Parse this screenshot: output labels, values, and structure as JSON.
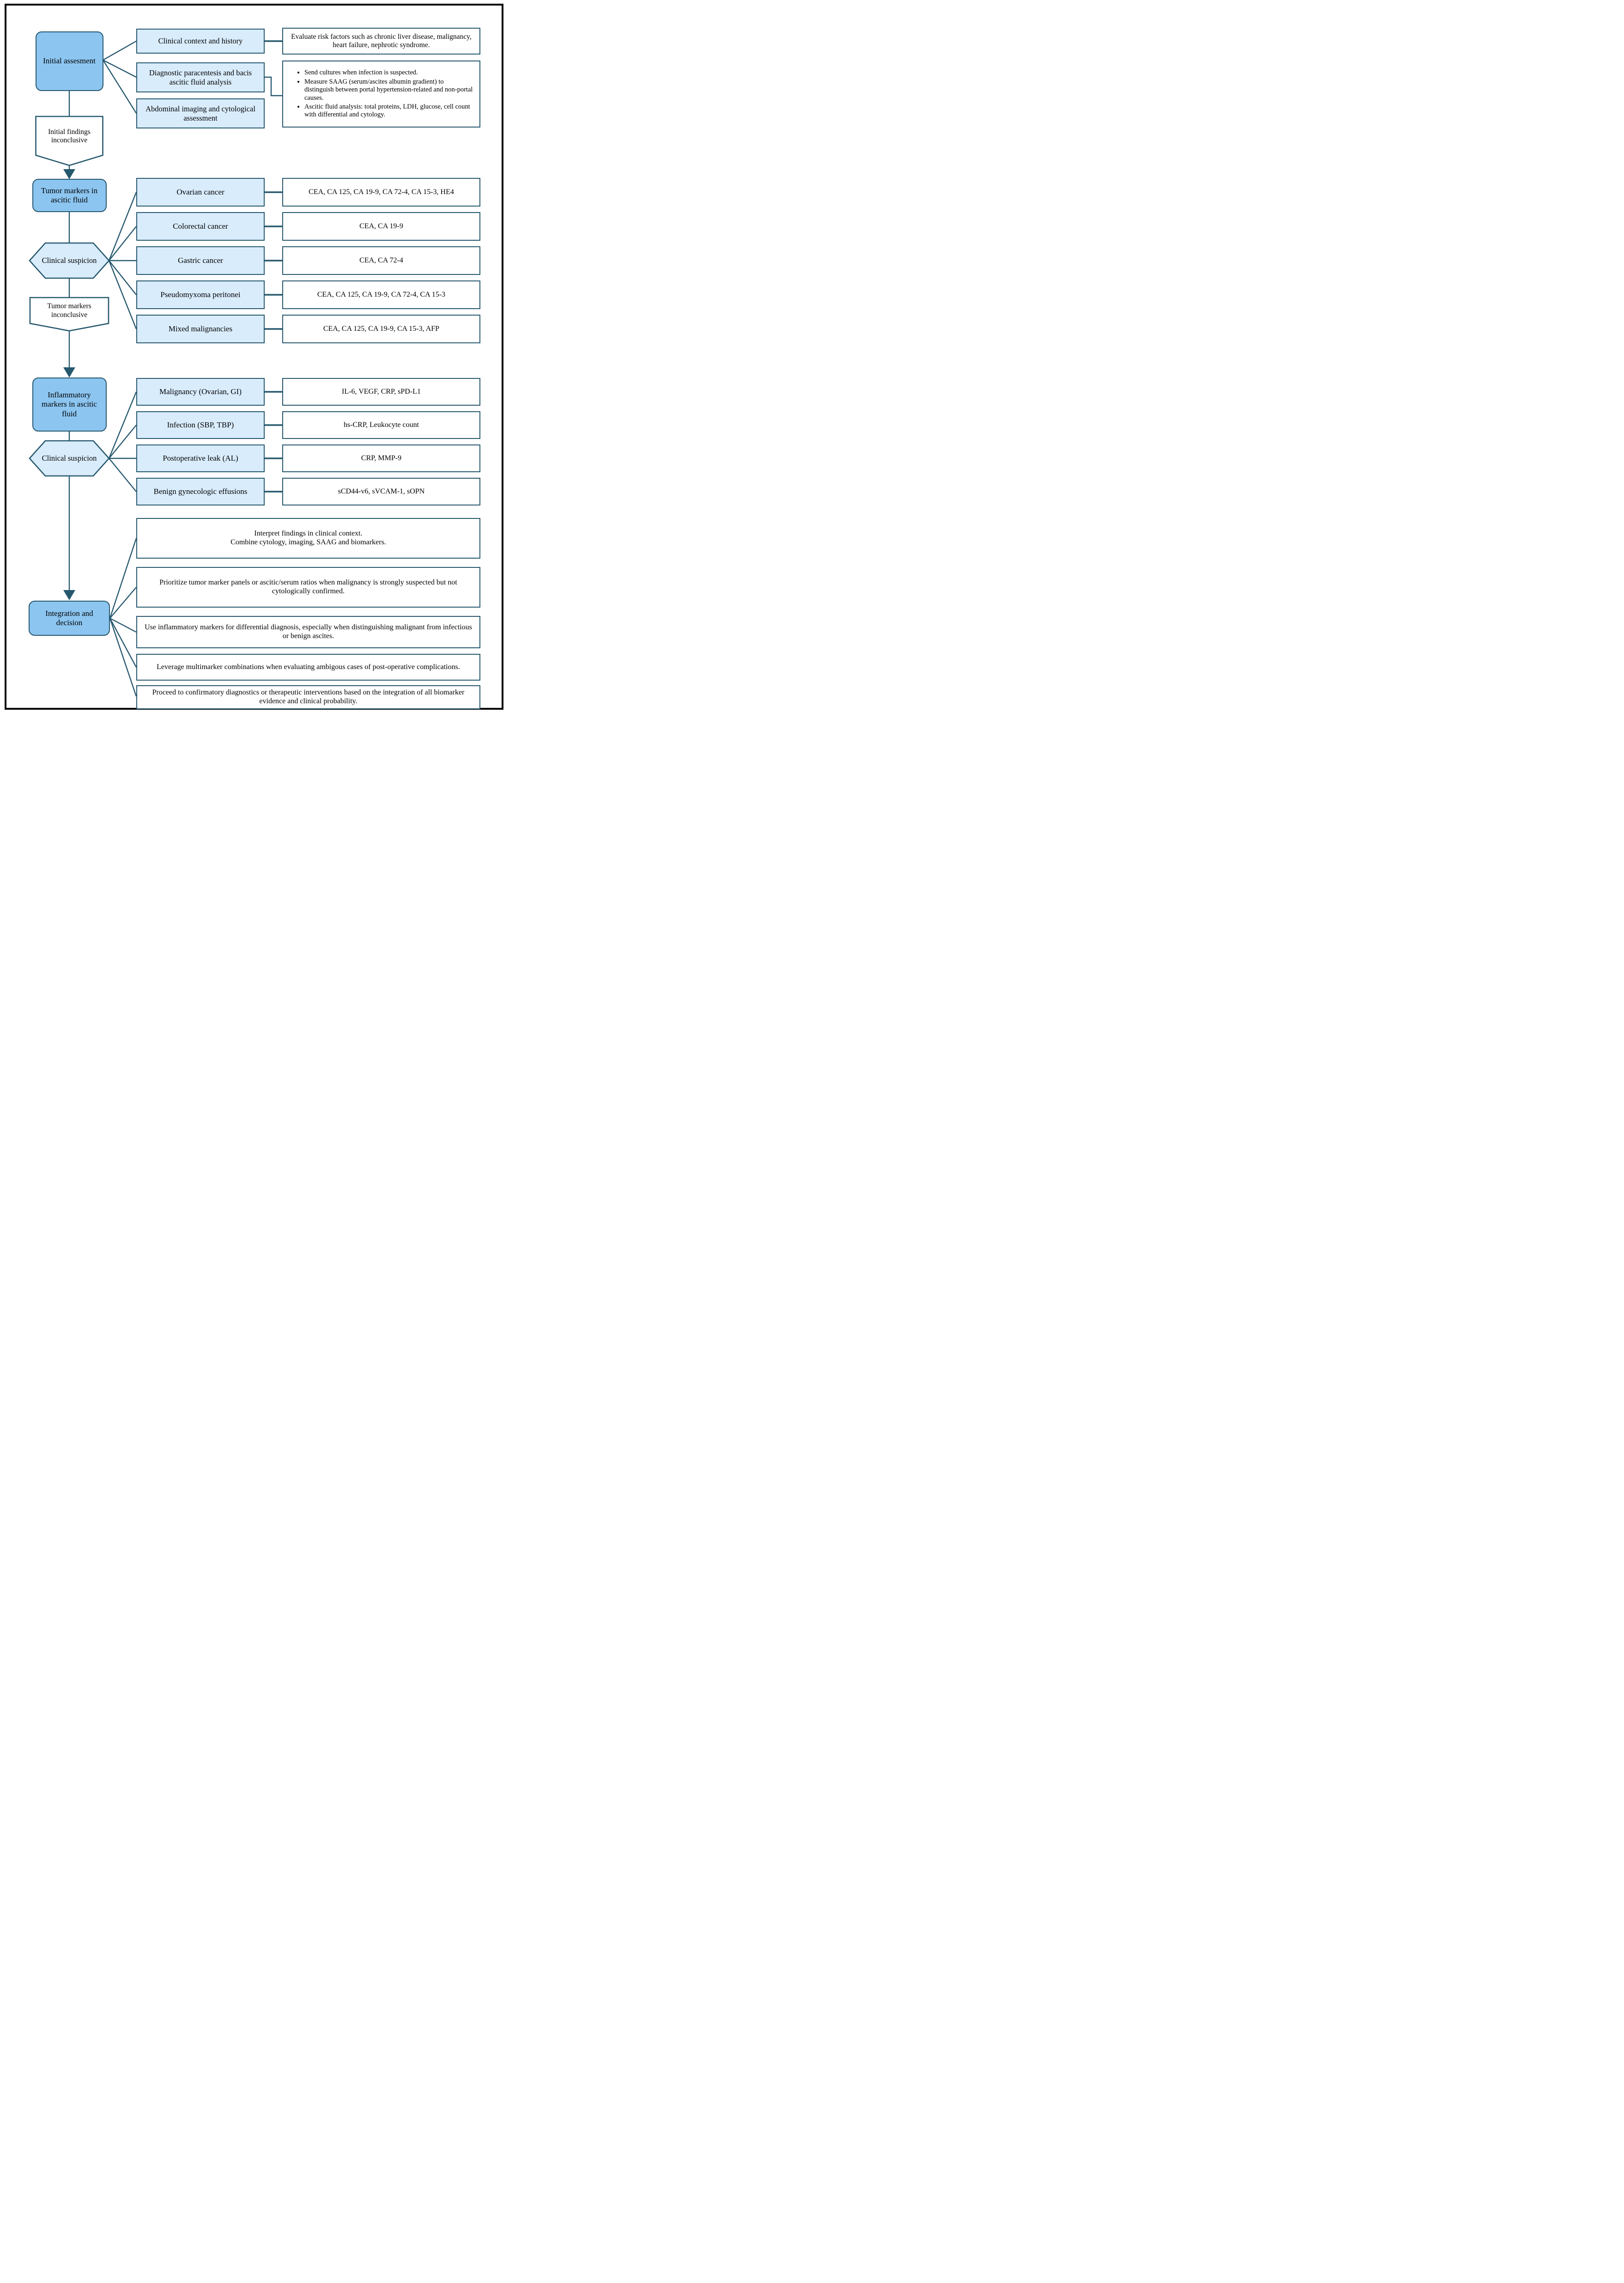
{
  "colors": {
    "stage_fill": "#8CC5F0",
    "row_fill": "#D9ECFC",
    "outline": "#26586E"
  },
  "diagram": {
    "stages": {
      "initial": "Initial assesment",
      "tumor": "Tumor markers in ascitic fluid",
      "inflammatory": "Inflammatory markers in ascitic fluid",
      "integration": "Integration and decision"
    },
    "gateways": {
      "initial_inconclusive": "Initial findings inconclusive",
      "clinical_suspicion_tumor": "Clinical suspicion",
      "tumor_inconclusive": "Tumor markers inconclusive",
      "clinical_suspicion_inflammatory": "Clinical suspicion"
    },
    "initial_assessment": {
      "steps": [
        "Clinical context and history",
        "Diagnostic paracentesis and bacis ascitic fluid analysis",
        "Abdominal imaging and cytological assessment"
      ],
      "risk_note": "Evaluate risk factors such as chronic liver disease, malignancy, heart failure, nephrotic syndrome.",
      "analysis_bullets": [
        "Send cultures when infection is suspected.",
        "Measure SAAG (serum/ascites albumin gradient) to distinguish between portal hypertension-related and non-portal causes.",
        "Ascitic fluid analysis: total proteins, LDH, glucose, cell count with differential and cytology."
      ]
    },
    "tumor_markers": {
      "rows": [
        {
          "condition": "Ovarian cancer",
          "markers": "CEA, CA 125, CA 19-9, CA 72-4, CA 15-3, HE4"
        },
        {
          "condition": "Colorectal cancer",
          "markers": "CEA, CA 19-9"
        },
        {
          "condition": "Gastric cancer",
          "markers": "CEA, CA 72-4"
        },
        {
          "condition": "Pseudomyxoma peritonei",
          "markers": "CEA, CA 125, CA 19-9, CA 72-4, CA 15-3"
        },
        {
          "condition": "Mixed malignancies",
          "markers": "CEA, CA 125, CA 19-9, CA 15-3, AFP"
        }
      ]
    },
    "inflammatory_markers": {
      "rows": [
        {
          "condition": "Malignancy (Ovarian, GI)",
          "markers": "IL-6, VEGF, CRP, sPD-L1"
        },
        {
          "condition": "Infection (SBP, TBP)",
          "markers": "hs-CRP, Leukocyte count"
        },
        {
          "condition": "Postoperative leak (AL)",
          "markers": "CRP, MMP-9"
        },
        {
          "condition": "Benign gynecologic effusions",
          "markers": "sCD44-v6, sVCAM-1, sOPN"
        }
      ]
    },
    "decision_notes": [
      "Interpret findings in clinical context.\nCombine cytology, imaging, SAAG and biomarkers.",
      "Prioritize tumor marker panels or ascitic/serum ratios when malignancy is strongly suspected but not cytologically confirmed.",
      "Use inflammatory markers for differential diagnosis, especially when distinguishing malignant from infectious or benign ascites.",
      "Leverage multimarker combinations when evaluating ambigous cases of post-operative complications.",
      "Proceed to confirmatory diagnostics or therapeutic interventions based on the integration of all biomarker evidence and clinical probability."
    ]
  }
}
